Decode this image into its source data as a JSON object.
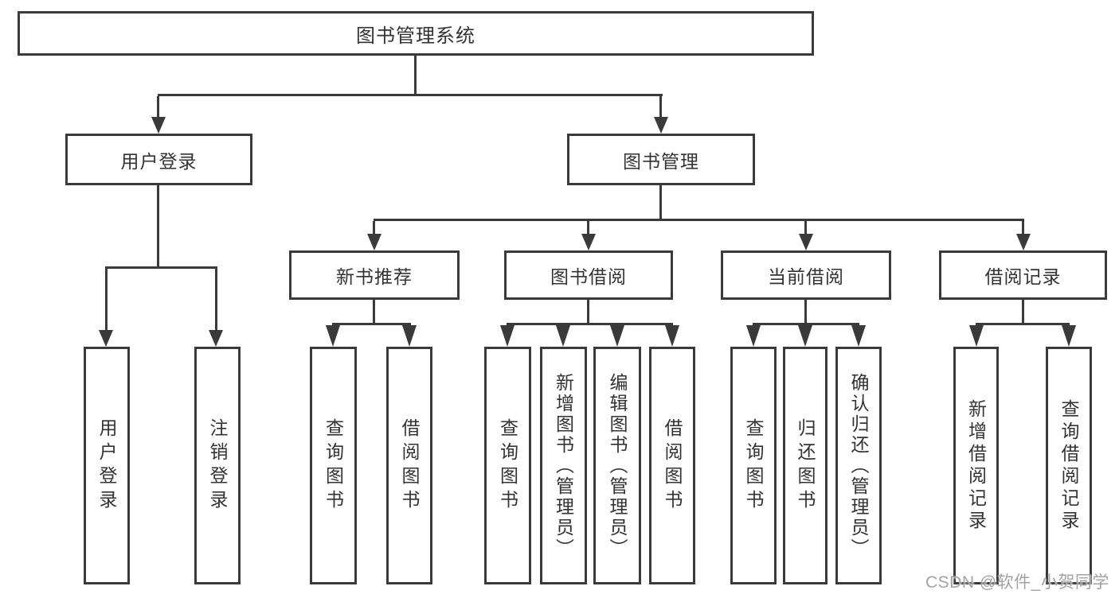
{
  "diagram": {
    "tree": {
      "label": "图书管理系统",
      "children": [
        {
          "label": "用户登录",
          "children": [
            {
              "label": "用户登录"
            },
            {
              "label": "注销登录"
            }
          ]
        },
        {
          "label": "图书管理",
          "children": [
            {
              "label": "新书推荐",
              "children": [
                {
                  "label": "查询图书"
                },
                {
                  "label": "借阅图书"
                }
              ]
            },
            {
              "label": "图书借阅",
              "children": [
                {
                  "label": "查询图书"
                },
                {
                  "label": "新增图书（管理员）"
                },
                {
                  "label": "编辑图书（管理员）"
                },
                {
                  "label": "借阅图书"
                }
              ]
            },
            {
              "label": "当前借阅",
              "children": [
                {
                  "label": "查询图书"
                },
                {
                  "label": "归还图书"
                },
                {
                  "label": "确认归还（管理员）"
                }
              ]
            },
            {
              "label": "借阅记录",
              "children": [
                {
                  "label": "新增借阅记录"
                },
                {
                  "label": "查询借阅记录"
                }
              ]
            }
          ]
        }
      ]
    },
    "watermark": "CSDN @软件_小贺同学",
    "colors": {
      "line": "#3a3a3a",
      "text": "#333333",
      "watermark": "#a3a3a3",
      "background": "#ffffff"
    }
  }
}
